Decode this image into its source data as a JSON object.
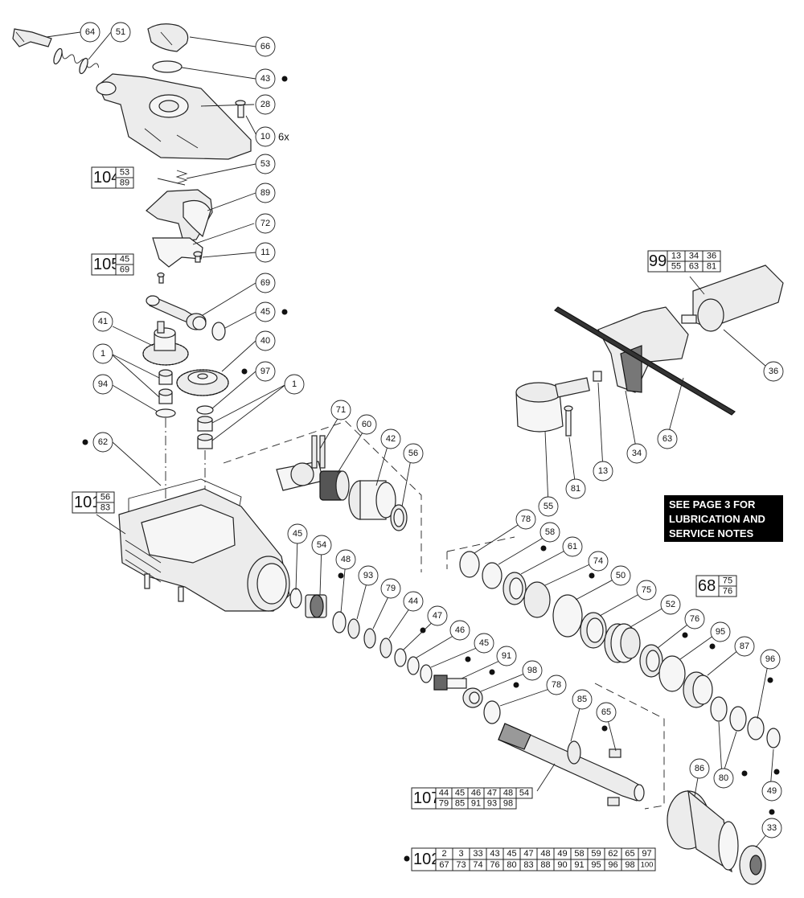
{
  "diagram": {
    "callouts": [
      {
        "id": "c64",
        "label": "64"
      },
      {
        "id": "c51",
        "label": "51"
      },
      {
        "id": "c66",
        "label": "66"
      },
      {
        "id": "c43",
        "label": "43"
      },
      {
        "id": "c28",
        "label": "28"
      },
      {
        "id": "c10",
        "label": "10"
      },
      {
        "id": "c53",
        "label": "53"
      },
      {
        "id": "c89",
        "label": "89"
      },
      {
        "id": "c72",
        "label": "72"
      },
      {
        "id": "c11",
        "label": "11"
      },
      {
        "id": "c69",
        "label": "69"
      },
      {
        "id": "c45a",
        "label": "45"
      },
      {
        "id": "c41",
        "label": "41"
      },
      {
        "id": "c40",
        "label": "40"
      },
      {
        "id": "c1a",
        "label": "1"
      },
      {
        "id": "c97",
        "label": "97"
      },
      {
        "id": "c94",
        "label": "94"
      },
      {
        "id": "c1b",
        "label": "1"
      },
      {
        "id": "c62",
        "label": "62"
      },
      {
        "id": "c71",
        "label": "71"
      },
      {
        "id": "c60",
        "label": "60"
      },
      {
        "id": "c42",
        "label": "42"
      },
      {
        "id": "c56",
        "label": "56"
      },
      {
        "id": "c45b",
        "label": "45"
      },
      {
        "id": "c54",
        "label": "54"
      },
      {
        "id": "c48",
        "label": "48"
      },
      {
        "id": "c93",
        "label": "93"
      },
      {
        "id": "c79",
        "label": "79"
      },
      {
        "id": "c44",
        "label": "44"
      },
      {
        "id": "c47",
        "label": "47"
      },
      {
        "id": "c46",
        "label": "46"
      },
      {
        "id": "c45c",
        "label": "45"
      },
      {
        "id": "c91",
        "label": "91"
      },
      {
        "id": "c98",
        "label": "98"
      },
      {
        "id": "c78b",
        "label": "78"
      },
      {
        "id": "c85",
        "label": "85"
      },
      {
        "id": "c65",
        "label": "65"
      },
      {
        "id": "c78a",
        "label": "78"
      },
      {
        "id": "c58",
        "label": "58"
      },
      {
        "id": "c61",
        "label": "61"
      },
      {
        "id": "c74",
        "label": "74"
      },
      {
        "id": "c50",
        "label": "50"
      },
      {
        "id": "c75",
        "label": "75"
      },
      {
        "id": "c52",
        "label": "52"
      },
      {
        "id": "c76",
        "label": "76"
      },
      {
        "id": "c95",
        "label": "95"
      },
      {
        "id": "c87",
        "label": "87"
      },
      {
        "id": "c96",
        "label": "96"
      },
      {
        "id": "c80",
        "label": "80"
      },
      {
        "id": "c49",
        "label": "49"
      },
      {
        "id": "c86",
        "label": "86"
      },
      {
        "id": "c33",
        "label": "33"
      },
      {
        "id": "c55",
        "label": "55"
      },
      {
        "id": "c81",
        "label": "81"
      },
      {
        "id": "c13",
        "label": "13"
      },
      {
        "id": "c34",
        "label": "34"
      },
      {
        "id": "c63",
        "label": "63"
      },
      {
        "id": "c36",
        "label": "36"
      }
    ],
    "qty_6x": "6x",
    "kits": {
      "k104": {
        "number": "104",
        "parts": [
          "53",
          "89"
        ]
      },
      "k105": {
        "number": "105",
        "parts": [
          "45",
          "69"
        ]
      },
      "k101": {
        "number": "101",
        "parts": [
          "56",
          "83"
        ]
      },
      "k68": {
        "number": "68",
        "parts": [
          "75",
          "76"
        ]
      },
      "k99": {
        "number": "99",
        "parts": [
          "13",
          "34",
          "36",
          "55",
          "63",
          "81"
        ]
      },
      "k107": {
        "number": "107",
        "parts": [
          "44",
          "45",
          "46",
          "47",
          "48",
          "54",
          "79",
          "85",
          "91",
          "93",
          "98"
        ]
      },
      "k102": {
        "number": "102",
        "parts": [
          "2",
          "3",
          "33",
          "43",
          "45",
          "47",
          "48",
          "49",
          "58",
          "59",
          "62",
          "65",
          "97",
          "67",
          "73",
          "74",
          "76",
          "80",
          "83",
          "88",
          "90",
          "91",
          "95",
          "96",
          "98",
          "100"
        ]
      }
    },
    "note": {
      "line1": "SEE PAGE 3 FOR",
      "line2": "LUBRICATION AND",
      "line3": "SERVICE NOTES"
    }
  }
}
